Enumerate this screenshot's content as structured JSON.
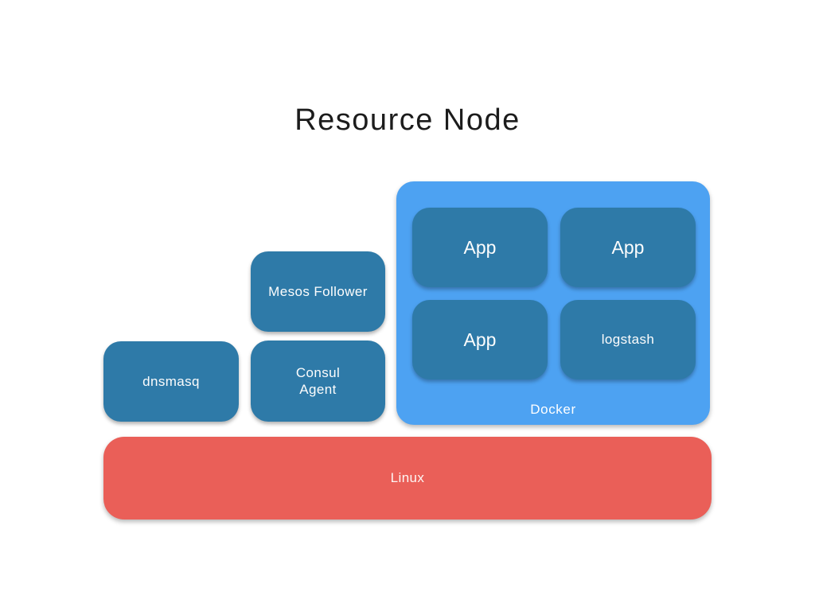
{
  "title": "Resource Node",
  "colors": {
    "service_box": "#2e7aa8",
    "docker_container": "#4da2f2",
    "linux_bar": "#ea5f58",
    "label_text": "#ffffff",
    "title_text": "#1c1c1c"
  },
  "services": [
    {
      "id": "dnsmasq",
      "label": "dnsmasq"
    },
    {
      "id": "mesos-follower",
      "label": "Mesos Follower"
    },
    {
      "id": "consul-agent",
      "label": "Consul Agent"
    }
  ],
  "docker": {
    "label": "Docker",
    "containers": [
      "App",
      "App",
      "App",
      "logstash"
    ]
  },
  "linux": {
    "label": "Linux"
  }
}
